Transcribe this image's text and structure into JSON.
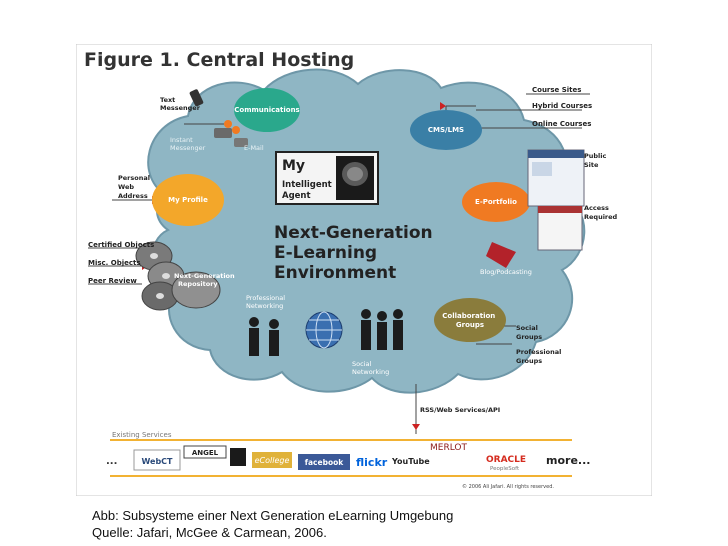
{
  "figure": {
    "title": "Figure 1. Central Hosting",
    "center": {
      "agent_lines": [
        "My",
        "Intelligent",
        "Agent"
      ],
      "heading_lines": [
        "Next-Generation",
        "E-Learning",
        "Environment"
      ]
    },
    "nodes": {
      "communications": "Communications",
      "my_profile": "My Profile",
      "cms_lms": "CMS/LMS",
      "e_portfolio": "E-Portfolio",
      "collaboration_groups": [
        "Collaboration",
        "Groups"
      ],
      "next_gen_repository": [
        "Next-Generation",
        "Repository"
      ]
    },
    "labels": {
      "text_messenger": [
        "Text",
        "Messenger"
      ],
      "instant_messenger": [
        "Instant",
        "Messenger"
      ],
      "e_mail": "E-Mail",
      "personal_web_address": [
        "Personal",
        "Web",
        "Address"
      ],
      "certified_objects": "Certified Objects",
      "misc_objects": "Misc. Objects",
      "peer_review": "Peer Review",
      "professional_networking": [
        "Professional",
        "Networking"
      ],
      "social_networking": [
        "Social",
        "Networking"
      ],
      "course_sites": "Course Sites",
      "hybrid_courses": "Hybrid Courses",
      "online_courses": "Online Courses",
      "public_site": [
        "Public",
        "Site"
      ],
      "access_required": [
        "Access",
        "Required"
      ],
      "blog_podcasting": "Blog/Podcasting",
      "social_groups": [
        "Social",
        "Groups"
      ],
      "professional_groups": [
        "Professional",
        "Groups"
      ],
      "rss_web_services": "RSS/Web Services/API"
    },
    "existing_services": {
      "title": "Existing Services",
      "leading_ellipsis": "...",
      "logos": [
        "WebCT",
        "ANGEL",
        "",
        "eCollege",
        "facebook",
        "flickr",
        "YouTube",
        "MERLOT",
        "ORACLE",
        "more..."
      ],
      "oracle_sub": "PeopleSoft"
    },
    "copyright": "© 2006 Ali Jafari. All rights reserved."
  },
  "caption": {
    "line1": "Abb: Subsysteme einer Next Generation eLearning Umgebung",
    "line2": "Quelle: Jafari, McGee & Carmean, 2006."
  },
  "colors": {
    "cloud": "#8fb6c4",
    "cloud_edge": "#6e97a8",
    "communications": "#2aa88c",
    "cms_lms": "#3a7fa6",
    "e_portfolio": "#f07a22",
    "collaboration": "#8a7c3c",
    "my_profile": "#f3a72a",
    "arrow": "#cc2222"
  }
}
